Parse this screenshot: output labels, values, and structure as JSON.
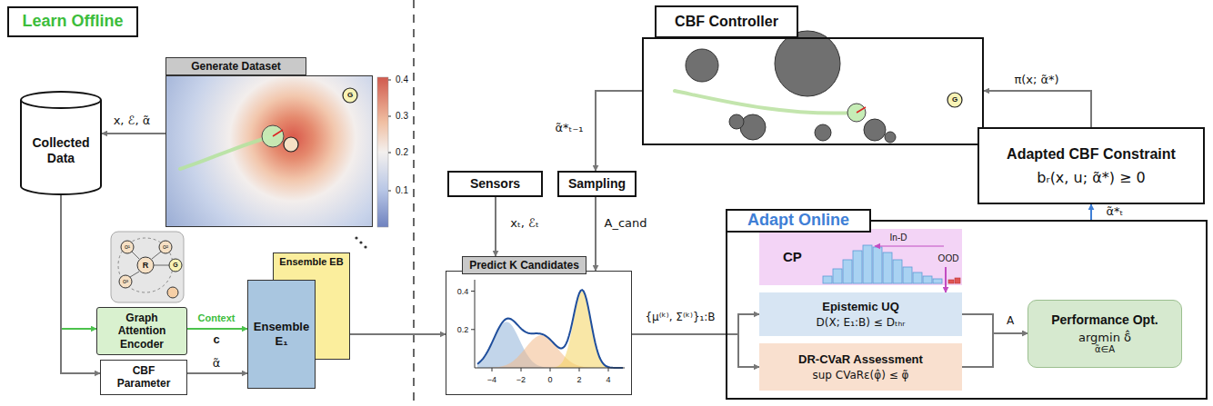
{
  "diagram": {
    "nodes": [
      {
        "text": [
          "Learn Offline"
        ]
      },
      {
        "text": [
          "Generate Dataset"
        ]
      },
      {
        "text": [
          "Collected Data"
        ]
      },
      {
        "text": [
          "Graph Attention Encoder"
        ]
      },
      {
        "text": [
          "CBF Parameter"
        ]
      },
      {
        "text": [
          "Ensemble EB"
        ]
      },
      {
        "text": [
          "Ensemble E₁"
        ]
      },
      {
        "text": [
          "Predict K Candidates"
        ]
      },
      {
        "text": [
          "Sensors"
        ]
      },
      {
        "text": [
          "Sampling"
        ]
      },
      {
        "text": [
          "CBF Controller"
        ]
      },
      {
        "text": [
          "Adapted CBF Constraint",
          "bᵣ(x, u; α̃*) ≥ 0"
        ]
      },
      {
        "text": [
          "Adapt Online"
        ]
      },
      {
        "text": [
          "CP"
        ],
        "in": 12
      },
      {
        "text": [
          "Epistemic UQ",
          "D(X; E₁:B) ≤ Dₜₕᵣ"
        ],
        "in": 12
      },
      {
        "text": [
          "DR-CVaR Assessment",
          "sup CVaRε(φ̂) ≤ φ̃"
        ],
        "in": 12
      },
      {
        "text": [
          "Performance Opt.",
          "argmin δ̂",
          "α̃∈A"
        ],
        "in": 12
      }
    ],
    "edges": [
      {
        "from": 1,
        "to": 2,
        "arrow": "to",
        "label": "x, ℰ, α̃"
      },
      {
        "from": 2,
        "to": 3,
        "arrow": "to"
      },
      {
        "from": 2,
        "to": 4,
        "arrow": "to"
      },
      {
        "from": 3,
        "to": 6,
        "arrow": "to",
        "label": "Context"
      },
      {
        "from": 4,
        "to": 6,
        "arrow": "to",
        "label": "α̃"
      },
      {
        "from": 6,
        "to": 7,
        "arrow": "to"
      },
      {
        "from": 8,
        "to": 7,
        "arrow": "to",
        "label": "xₜ, ℰₜ"
      },
      {
        "from": 9,
        "to": 7,
        "arrow": "to",
        "label": "A_cand"
      },
      {
        "from": 10,
        "to": 9,
        "arrow": "to",
        "label": "α̃*ₜ₋₁"
      },
      {
        "from": 7,
        "to": 14,
        "arrow": "to",
        "label": "{μ⁽ᵏ⁾, Σ⁽ᵏ⁾}₁:B"
      },
      {
        "from": 7,
        "to": 15,
        "arrow": "to"
      },
      {
        "from": 13,
        "to": 14,
        "arrow": "to"
      },
      {
        "from": 14,
        "to": 16,
        "arrow": "to",
        "label": "A"
      },
      {
        "from": 15,
        "to": 16,
        "arrow": "to"
      },
      {
        "from": 12,
        "to": 11,
        "arrow": "to",
        "label": "α̃*ₜ"
      },
      {
        "from": 11,
        "to": 10,
        "arrow": "to",
        "label": "π(x; α̃*)"
      }
    ],
    "labels": [
      "0.4",
      "0.3",
      "0.2",
      "0.1",
      "G",
      "R",
      "o¹",
      "o²",
      "o³",
      "G",
      "c",
      "−4",
      "−2",
      "0",
      "2",
      "4",
      "0.2",
      "0.4",
      "In-D",
      "OOD",
      "G"
    ]
  }
}
